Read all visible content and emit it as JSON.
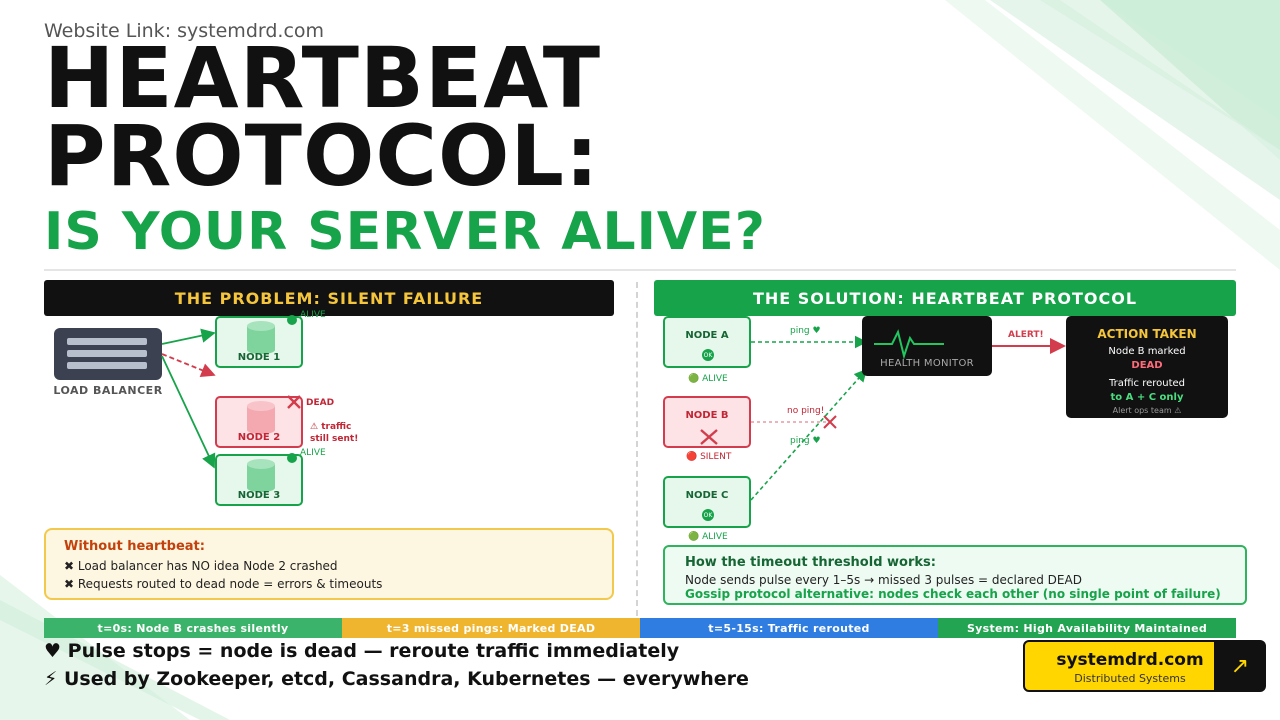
{
  "site_link": "Website Link: systemdrd.com",
  "title_line1": "HEARTBEAT",
  "title_line2": "PROTOCOL:",
  "subtitle": "IS YOUR SERVER ALIVE?",
  "problem": {
    "header": "THE PROBLEM: SILENT FAILURE",
    "load_balancer_label": "LOAD BALANCER",
    "node1": {
      "label": "NODE 1",
      "status": "ALIVE"
    },
    "node2": {
      "label": "NODE 2",
      "status": "DEAD",
      "warning_line1": "⚠ traffic",
      "warning_line2": "still sent!"
    },
    "node3": {
      "label": "NODE 3",
      "status": "ALIVE"
    },
    "without": {
      "title": "Without heartbeat:",
      "line1": "✖ Load balancer has NO idea Node 2 crashed",
      "line2": "✖ Requests routed to dead node = errors & timeouts"
    }
  },
  "solution": {
    "header": "THE SOLUTION: HEARTBEAT PROTOCOL",
    "node_a": {
      "label": "NODE A",
      "badge": "OK",
      "status": "🟢 ALIVE"
    },
    "node_b": {
      "label": "NODE B",
      "status": "🔴 SILENT"
    },
    "node_c": {
      "label": "NODE C",
      "badge": "OK",
      "status": "🟢 ALIVE"
    },
    "ping_a": "ping ♥",
    "no_ping": "no ping!",
    "ping_c": "ping ♥",
    "health_monitor": "HEALTH MONITOR",
    "alert": "ALERT!",
    "action": {
      "title": "ACTION TAKEN",
      "line1": "Node B marked",
      "line2": "DEAD",
      "line3": "Traffic rerouted",
      "line4": "to A + C only",
      "line5": "Alert ops team ⚠"
    },
    "timeout": {
      "title": "How the timeout threshold works:",
      "line1": "Node sends pulse every 1–5s → missed 3 pulses = declared DEAD",
      "line2": "Gossip protocol alternative: nodes check each other (no single point of failure)"
    }
  },
  "timeline": [
    {
      "label": "t=0s: Node B crashes silently",
      "color": "#3cb36a"
    },
    {
      "label": "t=3 missed pings: Marked DEAD",
      "color": "#f0b52e"
    },
    {
      "label": "t=5-15s: Traffic rerouted",
      "color": "#2f7de1"
    },
    {
      "label": "System: High Availability Maintained",
      "color": "#22a452"
    }
  ],
  "bullets": {
    "line1": "♥ Pulse stops = node is dead — reroute traffic immediately",
    "line2": "⚡ Used by Zookeeper, etcd, Cassandra, Kubernetes — everywhere"
  },
  "cta": {
    "name": "systemdrd.com",
    "tagline": "Distributed Systems",
    "arrow": "↗"
  },
  "colors": {
    "green": "#17a34a",
    "red": "#d33c4c",
    "yellow": "#ffd600",
    "dark": "#111111"
  }
}
